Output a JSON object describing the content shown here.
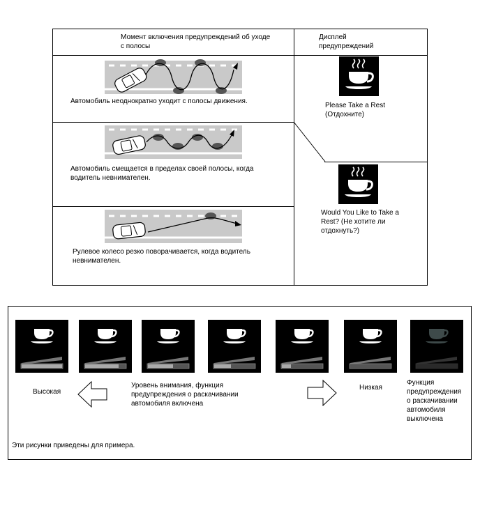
{
  "table": {
    "col1_header": "Момент включения предупреждений об уходе с полосы",
    "col2_header": "Дисплей предупреждений",
    "rows": [
      {
        "caption": "Автомобиль неоднократно уходит с полосы движения."
      },
      {
        "caption": "Автомобиль смещается в пределах своей полосы, когда водитель невнимателен."
      },
      {
        "caption": "Рулевое колесо резко поворачивается, когда водитель невнимателен."
      }
    ],
    "display_1": "Please Take a Rest (Отдохните)",
    "display_2": "Would You Like to Take a Rest? (Не хотите ли отдохнуть?)"
  },
  "levels": {
    "high_label": "Высокая",
    "low_label": "Низкая",
    "middle_label": "Уровень внимания, функция предупреждения о раскачивании автомобиля включена",
    "off_label": "Функция предупреждения о раскачивании автомобиля выключена",
    "note": "Эти рисунки приведены для примера.",
    "panels": [
      {
        "fill": 1.0
      },
      {
        "fill": 0.82
      },
      {
        "fill": 0.62
      },
      {
        "fill": 0.42
      },
      {
        "fill": 0.22
      },
      {
        "fill": 0.0
      },
      {
        "fill": 0.0,
        "disabled": true
      }
    ]
  }
}
